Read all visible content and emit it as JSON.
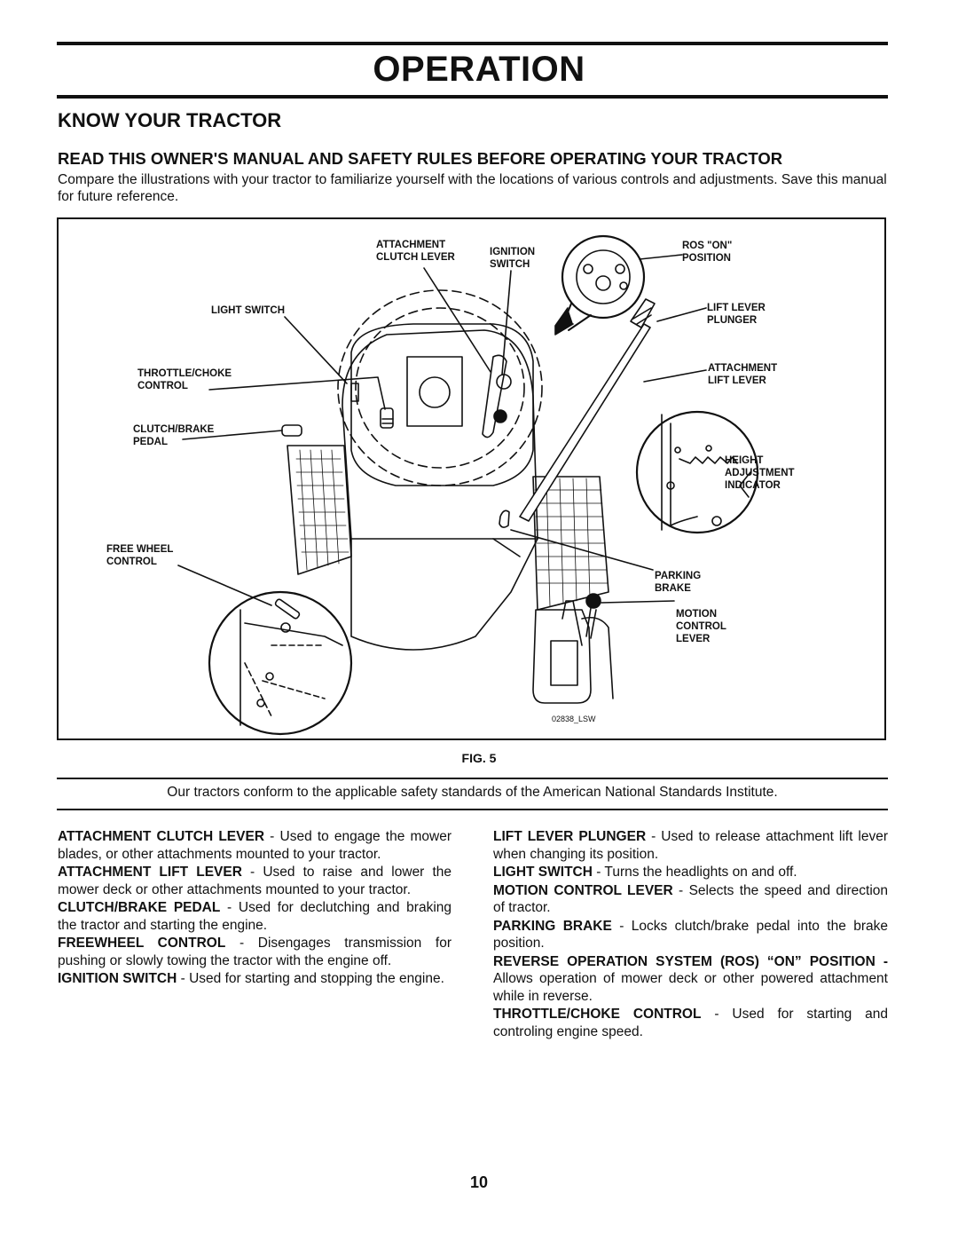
{
  "header": {
    "title": "OPERATION"
  },
  "section": {
    "title": "KNOW YOUR TRACTOR",
    "subtitle": "READ THIS OWNER'S MANUAL AND SAFETY RULES BEFORE OPERATING YOUR TRACTOR",
    "intro": "Compare the illustrations with your tractor to familiarize yourself with the locations of various controls and adjustments. Save this manual for future reference."
  },
  "figure": {
    "labels": {
      "attachment_clutch_lever": "ATTACHMENT\nCLUTCH LEVER",
      "ignition_switch": "IGNITION\nSWITCH",
      "ros_on_position": "ROS \"ON\"\nPOSITION",
      "light_switch": "LIGHT SWITCH",
      "lift_lever_plunger": "LIFT LEVER\nPLUNGER",
      "throttle_choke_control": "THROTTLE/CHOKE\nCONTROL",
      "attachment_lift_lever": "ATTACHMENT\nLIFT LEVER",
      "clutch_brake_pedal": "CLUTCH/BRAKE\nPEDAL",
      "height_adjustment_indicator": "HEIGHT\nADJUSTMENT\nINDICATOR",
      "free_wheel_control": "FREE WHEEL\nCONTROL",
      "parking_brake": "PARKING\nBRAKE",
      "motion_control_lever": "MOTION\nCONTROL\nLEVER",
      "code": "02838_LSW"
    },
    "caption": "FIG. 5"
  },
  "notice": "Our tractors conform to the applicable safety standards of the American National Standards Institute.",
  "definitions_left": [
    {
      "term": "ATTACHMENT CLUTCH LEVER",
      "text": " - Used to engage the mower blades, or other attachments mounted to your tractor."
    },
    {
      "term": "ATTACHMENT LIFT LEVER",
      "text": " - Used to raise and lower the mower deck or other attachments mounted to your tractor."
    },
    {
      "term": "CLUTCH/BRAKE PEDAL",
      "text": " - Used for declutching and braking the tractor and starting the engine."
    },
    {
      "term": "FREEWHEEL CONTROL",
      "text": " - Disengages transmission for pushing or slowly towing the tractor with the engine off."
    },
    {
      "term": "IGNITION SWITCH",
      "text": " - Used for starting and stopping the engine."
    }
  ],
  "definitions_right": [
    {
      "term": "LIFT LEVER PLUNGER",
      "text": " - Used to release attachment lift lever when changing its position."
    },
    {
      "term": "LIGHT SWITCH",
      "text": " - Turns the headlights on and off."
    },
    {
      "term": "MOTION CONTROL LEVER",
      "text": " - Selects the speed and direction of tractor."
    },
    {
      "term": "PARKING BRAKE",
      "text": " - Locks clutch/brake pedal into the brake position."
    },
    {
      "term": "REVERSE OPERATION SYSTEM (ROS) “ON” POSITION -",
      "text": " Allows operation of mower deck or other powered attachment while in reverse."
    },
    {
      "term": "THROTTLE/CHOKE CONTROL",
      "text": " - Used for starting and controling engine speed."
    }
  ],
  "page_number": "10"
}
